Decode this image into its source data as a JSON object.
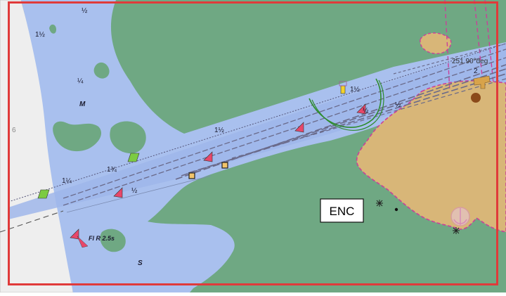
{
  "colors": {
    "frame": "#e03a3a",
    "land_white": "#eeeeee",
    "shallow_water": "#a9c0ee",
    "green_area": "#6fa883",
    "sand_land": "#d8b678",
    "channel_line": "#6a6a8a",
    "magenta": "#c9409a",
    "buoy_red": "#e8476a",
    "buoy_green": "#7ccb42",
    "beacon_yellow": "#f2d22b",
    "tower_brown": "#8b4a1a"
  },
  "labels": {
    "soundings": [
      "½",
      "1½",
      "¼",
      "1¼",
      "1½",
      "1¾",
      "½",
      "1½",
      "½",
      "½",
      "2"
    ],
    "seabed_m": "M",
    "seabed_s": "S",
    "side_number": "6",
    "light_char": "Fl R 2.5s",
    "bearing": "251.90°deg",
    "enc_badge": "ENC"
  },
  "icons": {
    "buoy_red": "triangle-red-buoy-icon",
    "buoy_green": "green-buoy-icon",
    "beacon": "yellow-beacon-icon",
    "marker": "orange-square-marker-icon",
    "obstruction": "star-obstruction-icon",
    "tower": "brown-tower-icon",
    "anchor": "anchorage-icon",
    "light": "light-flare-icon"
  }
}
